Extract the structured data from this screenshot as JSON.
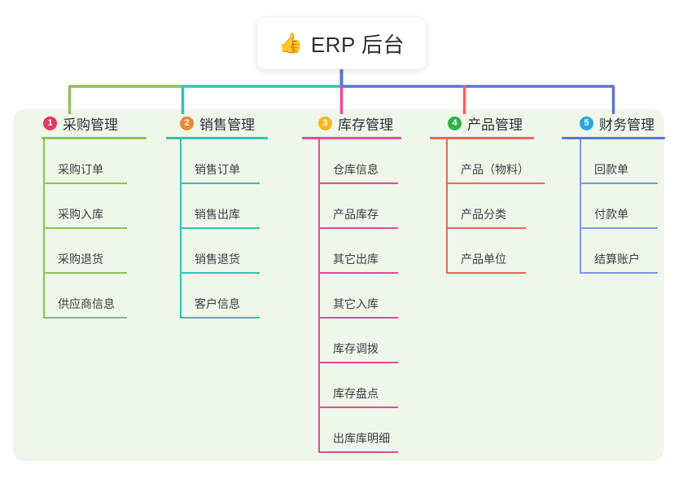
{
  "diagram": {
    "type": "mind-map",
    "root": {
      "icon": "thumbs-up-emoji",
      "emoji": "👍",
      "title": "ERP 后台"
    },
    "panel_color": "#eef7e9",
    "branches": [
      {
        "index": "1",
        "badge_label": "1",
        "badge_color": "#e8365d",
        "line_color": "#8cc152",
        "title": "采购管理",
        "children": [
          "采购订单",
          "采购入库",
          "采购退货",
          "供应商信息"
        ]
      },
      {
        "index": "2",
        "badge_label": "2",
        "badge_color": "#f08437",
        "line_color": "#2ec4b0",
        "title": "销售管理",
        "children": [
          "销售订单",
          "销售出库",
          "销售退货",
          "客户信息"
        ]
      },
      {
        "index": "3",
        "badge_label": "3",
        "badge_color": "#f5b722",
        "line_color": "#ec4899",
        "title": "库存管理",
        "children": [
          "仓库信息",
          "产品库存",
          "其它出库",
          "其它入库",
          "库存调拨",
          "库存盘点",
          "出库库明细"
        ]
      },
      {
        "index": "4",
        "badge_label": "4",
        "badge_color": "#2eb24a",
        "line_color": "#f4615c",
        "title": "产品管理",
        "children": [
          "产品（物料）",
          "产品分类",
          "产品单位"
        ]
      },
      {
        "index": "5",
        "badge_label": "5",
        "badge_color": "#26a9e0",
        "line_color": "#5b74d8",
        "title": "财务管理",
        "children": [
          "回款单",
          "付款单",
          "结算账户"
        ]
      }
    ],
    "connector_colors": {
      "root_stem": "#5b74d8",
      "bus_segment_1": "#8cc152",
      "bus_segment_2": "#2ec4b0",
      "bus_segment_3": "#5b74d8"
    }
  }
}
